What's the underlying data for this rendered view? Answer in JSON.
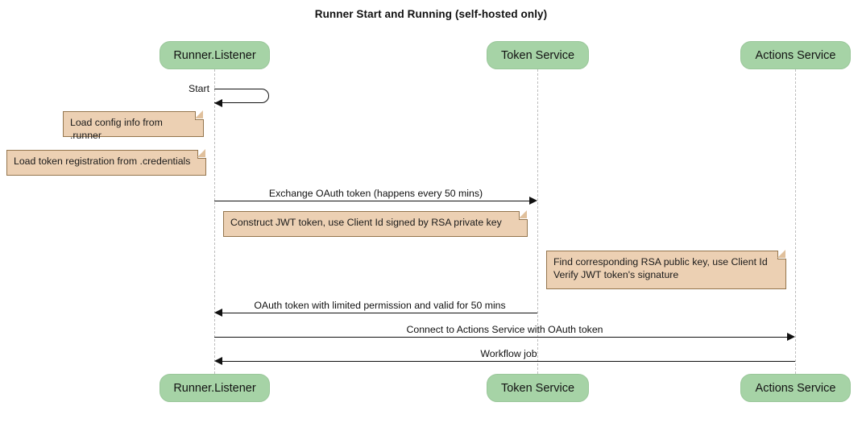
{
  "diagram": {
    "type": "sequence-diagram",
    "title": "Runner Start and Running (self-hosted only)",
    "colors": {
      "participant_fill": "#a6d3a6",
      "note_fill": "#ecd0b3",
      "note_border": "#94754d",
      "line": "#111111",
      "lifeline": "#bdbdbd",
      "background": "#ffffff"
    },
    "participants": [
      {
        "id": "runner",
        "label": "Runner.Listener"
      },
      {
        "id": "token",
        "label": "Token Service"
      },
      {
        "id": "actions",
        "label": "Actions Service"
      }
    ],
    "participants_bottom": [
      {
        "id": "runner",
        "label": "Runner.Listener"
      },
      {
        "id": "token",
        "label": "Token Service"
      },
      {
        "id": "actions",
        "label": "Actions Service"
      }
    ],
    "messages": [
      {
        "id": "m1",
        "label": "Start",
        "from": "runner",
        "to": "runner",
        "kind": "self",
        "direction": "left"
      },
      {
        "id": "m2",
        "label": "Exchange OAuth token (happens every 50 mins)",
        "from": "runner",
        "to": "token",
        "kind": "solid",
        "direction": "right"
      },
      {
        "id": "m3",
        "label": "OAuth token with limited permission and valid for 50 mins",
        "from": "token",
        "to": "runner",
        "kind": "solid",
        "direction": "left"
      },
      {
        "id": "m4",
        "label": "Connect to Actions Service with OAuth token",
        "from": "runner",
        "to": "actions",
        "kind": "solid",
        "direction": "right"
      },
      {
        "id": "m5",
        "label": "Workflow job",
        "from": "actions",
        "to": "runner",
        "kind": "solid",
        "direction": "left"
      }
    ],
    "notes": [
      {
        "id": "n1",
        "text": "Load config info from .runner",
        "attached_to": "runner"
      },
      {
        "id": "n2",
        "text": "Load token registration from .credentials",
        "attached_to": "runner"
      },
      {
        "id": "n3",
        "text": "Construct JWT token, use Client Id signed by RSA private key",
        "attached_to": "runner"
      },
      {
        "id": "n4",
        "text": "Find corresponding RSA public key, use Client Id\nVerify JWT token's signature",
        "attached_to": "token"
      }
    ]
  }
}
